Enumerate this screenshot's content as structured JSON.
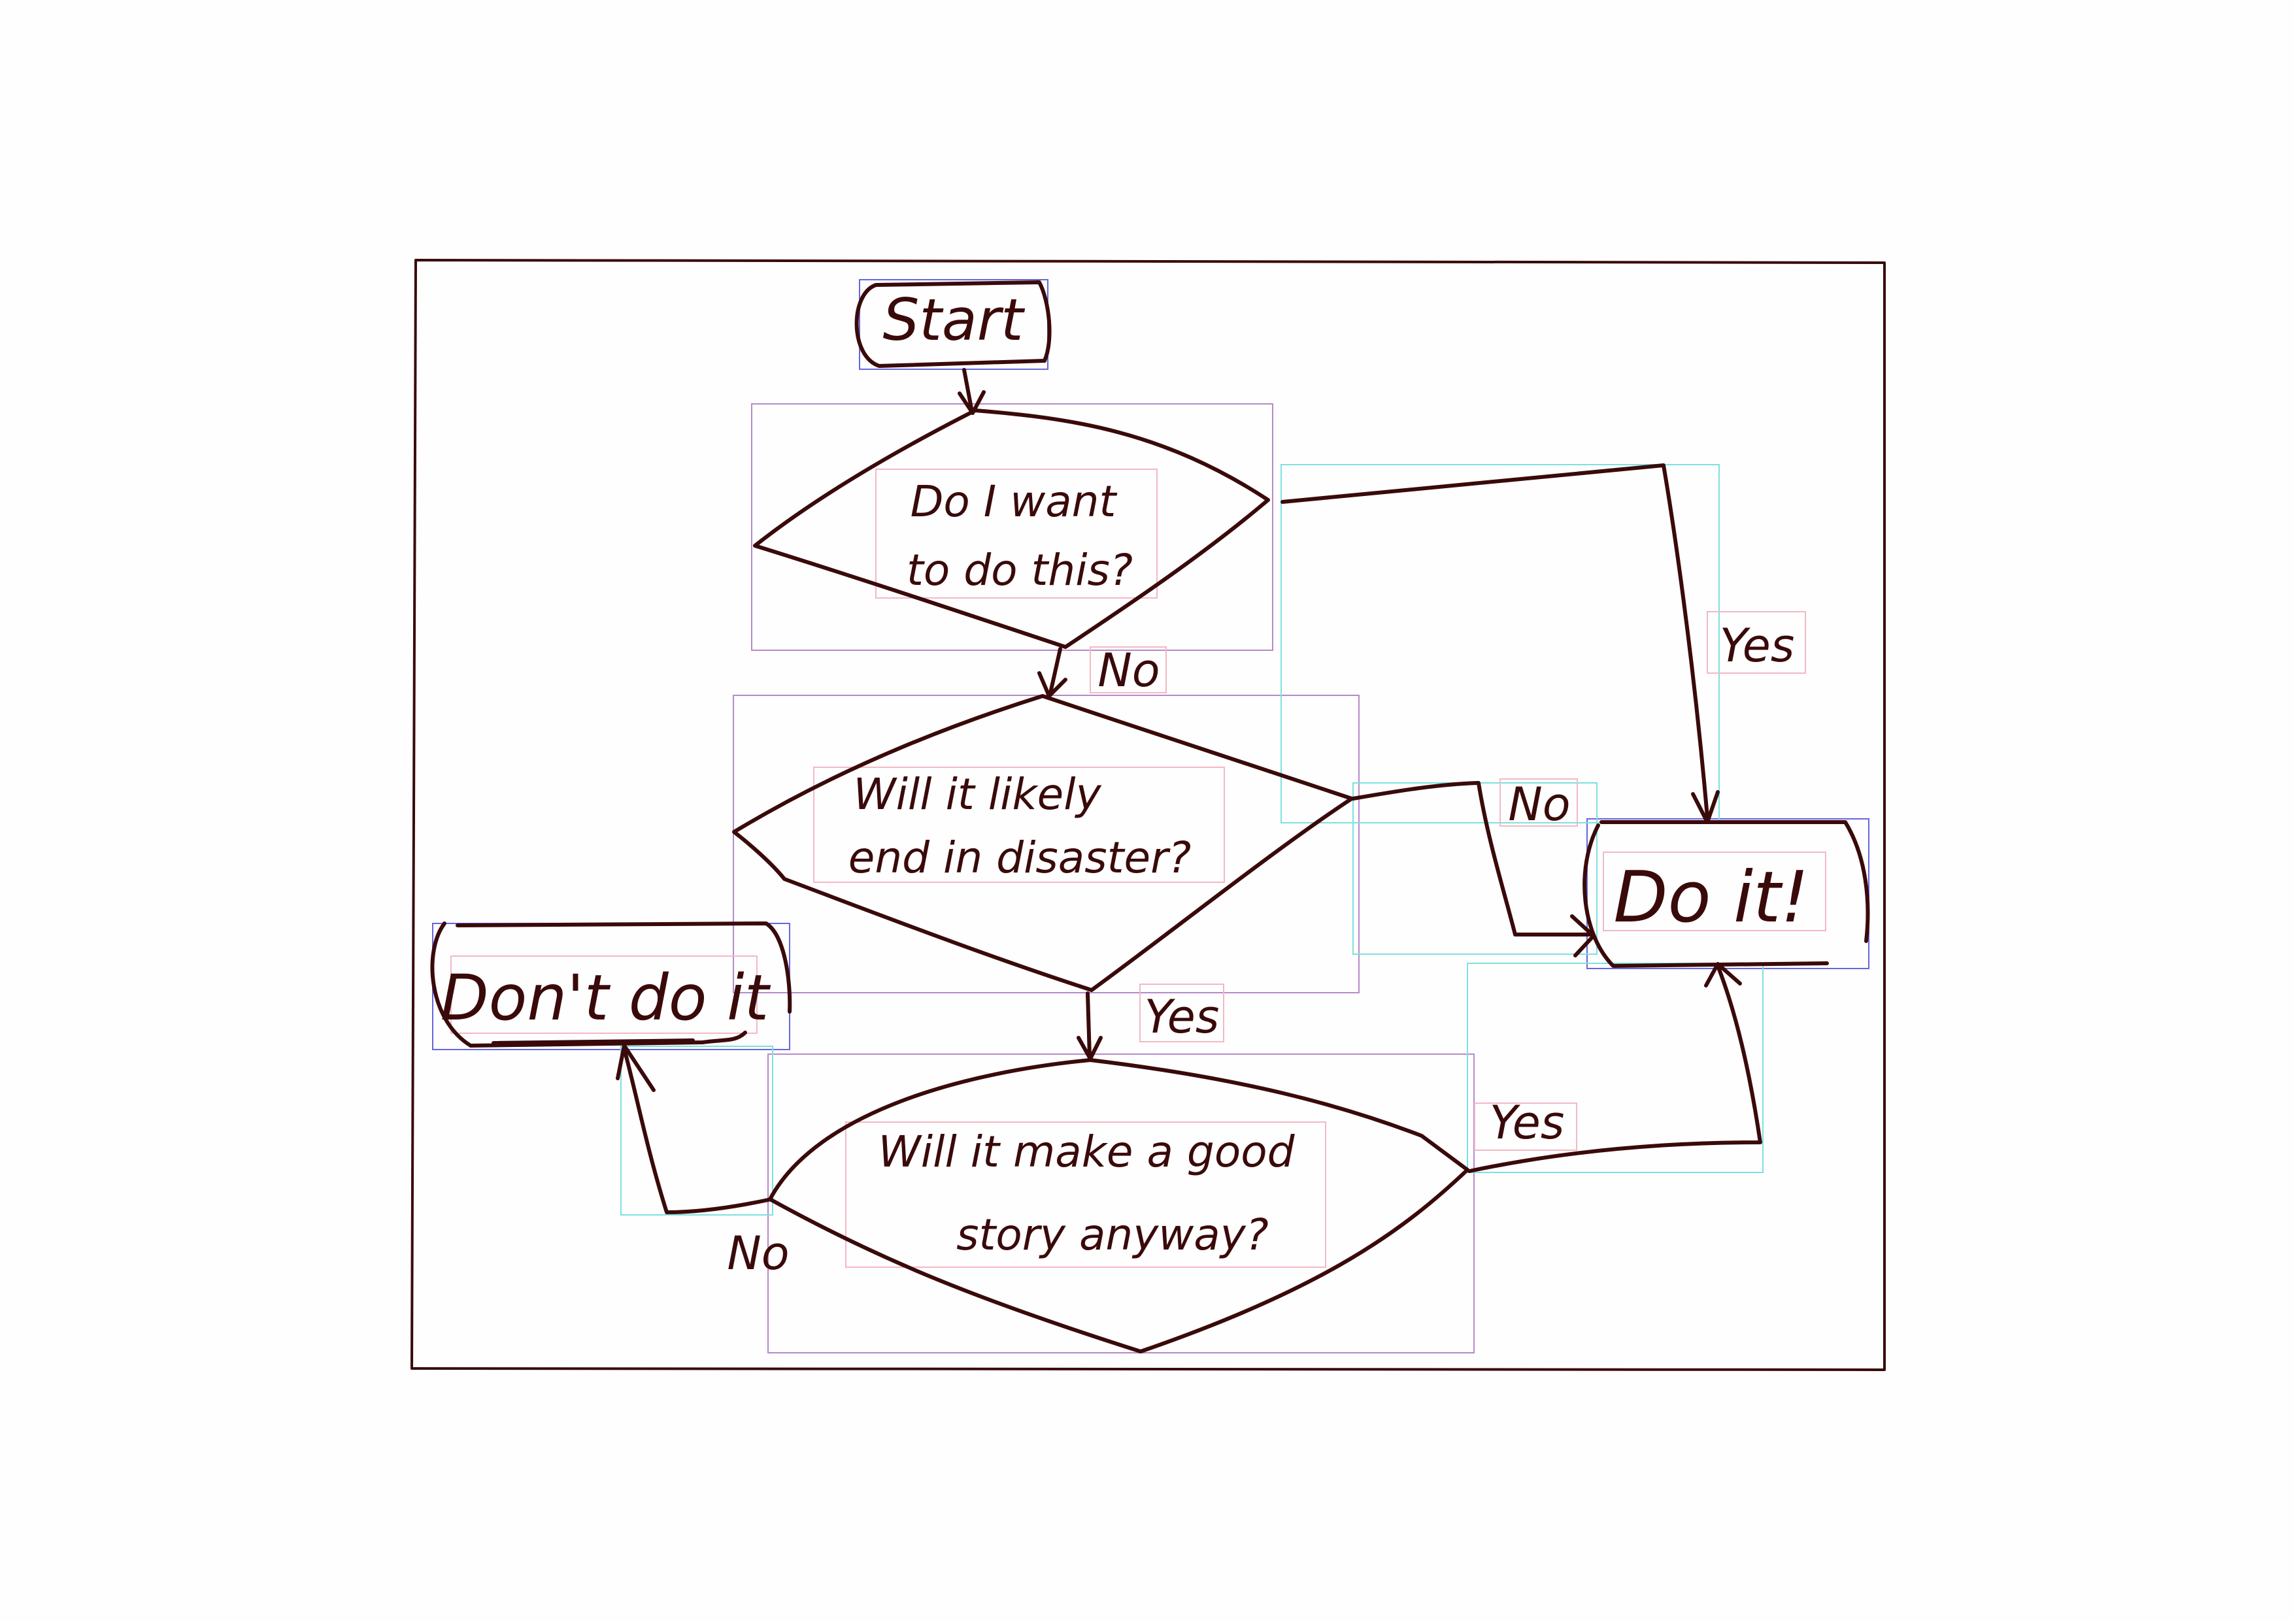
{
  "diagram": {
    "nodes": {
      "start": "Start",
      "q1_line1": "Do I want",
      "q1_line2": "to do this?",
      "q2_line1": "Will it likely",
      "q2_line2": "end in disaster?",
      "q3_line1": "Will it make a good",
      "q3_line2": "story anyway?",
      "do_it": "Do it!",
      "dont_do_it": "Don't do it"
    },
    "edges": [
      {
        "from": "Do I want to do this?",
        "to": "Do it!",
        "label": "Yes"
      },
      {
        "from": "Do I want to do this?",
        "to": "Will it likely end in disaster?",
        "label": "No"
      },
      {
        "from": "Will it likely end in disaster?",
        "to": "Do it!",
        "label": "No"
      },
      {
        "from": "Will it likely end in disaster?",
        "to": "Will it make a good story anyway?",
        "label": "Yes"
      },
      {
        "from": "Will it make a good story anyway?",
        "to": "Do it!",
        "label": "Yes"
      },
      {
        "from": "Will it make a good story anyway?",
        "to": "Don't do it",
        "label": "No"
      }
    ],
    "ink_color": "#3a0a0a",
    "annotation_colors": {
      "node_box": "#6666dd",
      "decision_box": "#b58ac9",
      "edge_box": "#7fe0e0",
      "text_box": "#f3b8c4"
    }
  }
}
